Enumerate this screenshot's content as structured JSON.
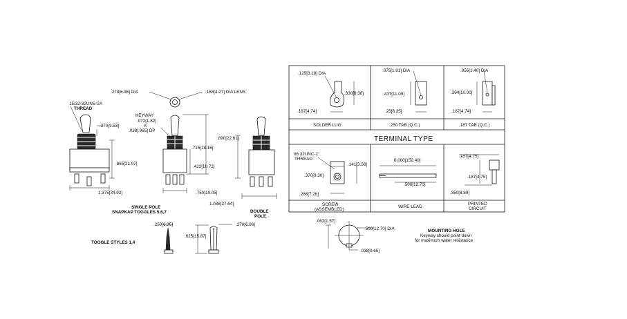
{
  "dims": {
    "toggle_dia": ".274[6.96] DIA",
    "lens_dia": ".168[4.27] DIA LENS",
    "thread": "15/32-32UNS-2A",
    "thread_label": "THREAD",
    "bushing": ".370[9.53]",
    "keyway": "KEYWAY",
    "keyway_w": ".072[1.82]",
    "keyway_x": "X",
    "keyway_dp": ".038[.965] DP",
    "height_sp": ".715[18.16]",
    "body_h_sp": ".422[10.72]",
    "body_h_left": ".865[21.97]",
    "width_left": "1.375[34.92]",
    "width_sp": ".750[19.05]",
    "dp_height": ".890[22.61]",
    "dp_width": "1.088[27.64]",
    "toggle_a": ".250[6.35]",
    "toggle_b": ".270[6.86]",
    "toggle_c": ".625[15.87]"
  },
  "captions": {
    "single_pole_1": "SINGLE POLE",
    "single_pole_2": "SNAPKAP TOGGLES 5,6,7",
    "double_pole_1": "DOUBLE",
    "double_pole_2": "POLE",
    "toggle_styles": "TOGGLE STYLES  1,4"
  },
  "terminal_table": {
    "heading": "TERMINAL TYPE",
    "cells": {
      "solder_lug": {
        "label": "SOLDER LUG",
        "dim_hole": ".125[3.18] DIA",
        "dim_h": ".330[8.38]",
        "dim_w": ".187[4.74]"
      },
      "tab_250": {
        "label": ".250 TAB (Q.C.)",
        "dim_hole": ".075[1.91] DIA",
        "dim_h": ".437[11.09]",
        "dim_w": ".25[6.35]"
      },
      "tab_187": {
        "label": ".187 TAB (Q.C.)",
        "dim_hole": ".055[1.40] DIA",
        "dim_h": ".394[10.00]",
        "dim_w": ".187[4.74]"
      },
      "screw": {
        "label_1": "SCREW",
        "label_2": "(ASSEMBLED)",
        "thread_1": "#6 32UNC-2",
        "thread_2": "THREAD",
        "dim_a": ".141[3.58]",
        "dim_b": ".370[9.30]",
        "dim_c": ".286[7.26]"
      },
      "wire_lead": {
        "label": "WIRE LEAD",
        "dim_len": "6.000[152.40]",
        "dim_strip": ".500[12.70]"
      },
      "printed_circuit": {
        "label_1": "PRINTED",
        "label_2": "CIRCUIT",
        "dim_a": ".187[4.75]",
        "dim_b": ".187[4.75]",
        "dim_c": ".350[8.89]"
      }
    }
  },
  "mounting_hole": {
    "title": "MOUNTING HOLE",
    "note_1": "Keyway should point down",
    "note_2": "for maximum water resistance",
    "dim_key": ".062[1.57]",
    "dim_dia": ".500[12.70] DIA",
    "dim_depth": ".038[0.65]"
  }
}
